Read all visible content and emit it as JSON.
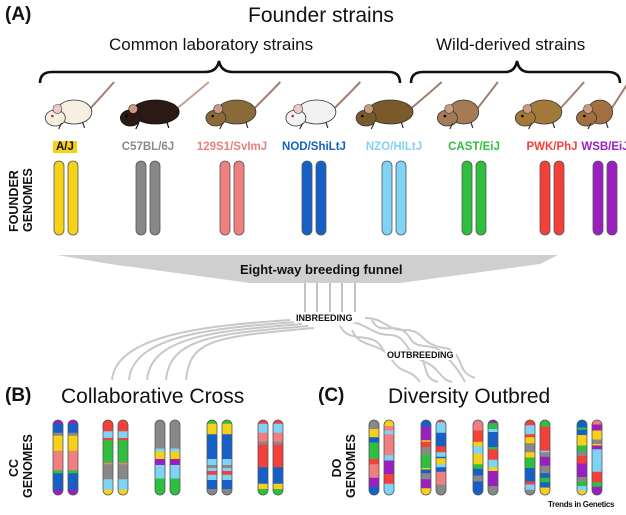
{
  "colors": {
    "AJ": "#f7d117",
    "B6": "#888888",
    "129": "#f08080",
    "NOD": "#1560c6",
    "NZO": "#7fd3f5",
    "CAST": "#2fbf3f",
    "PWK": "#f5403a",
    "WSB": "#9b1fc0",
    "funnel": "#cfcfcf",
    "lines": "#c4c4c4"
  },
  "panel_a": {
    "label": "(A)",
    "title": "Founder strains",
    "group_lab": "Common laboratory strains",
    "group_wild": "Wild-derived strains",
    "row_label": "FOUNDER GENOMES",
    "row_label_lines": [
      "FOUNDER",
      "GENOMES"
    ],
    "strains": [
      {
        "name": "A/J",
        "parts": [
          "A/J"
        ],
        "colors": [
          "AJ"
        ],
        "group": "lab",
        "mouse": "white albino"
      },
      {
        "name": "C57BL/6J",
        "parts": [
          "C57BL/6J"
        ],
        "colors": [
          "B6"
        ],
        "group": "lab",
        "mouse": "black"
      },
      {
        "name": "129S1/SvImJ",
        "parts": [
          "129S1/SvImJ"
        ],
        "colors": [
          "129"
        ],
        "group": "lab",
        "mouse": "agouti"
      },
      {
        "name": "NOD/ShiLtJ",
        "parts": [
          "NOD/ShiLtJ"
        ],
        "colors": [
          "NOD"
        ],
        "group": "lab",
        "mouse": "white albino"
      },
      {
        "name": "NZO/HlLtJ",
        "parts": [
          "NZO/HlLtJ"
        ],
        "colors": [
          "NZO"
        ],
        "group": "lab",
        "mouse": "brown"
      },
      {
        "name": "CAST/EiJ",
        "parts": [
          "CAST/EiJ"
        ],
        "colors": [
          "CAST"
        ],
        "group": "wild",
        "mouse": "light brown"
      },
      {
        "name": "PWK/PhJ",
        "parts": [
          "PWK/PhJ"
        ],
        "colors": [
          "PWK"
        ],
        "group": "wild",
        "mouse": "tan brown"
      },
      {
        "name": "WSB/EiJ",
        "parts": [
          "WSB/EiJ"
        ],
        "colors": [
          "WSB"
        ],
        "group": "wild",
        "mouse": "light brown"
      }
    ]
  },
  "funnel": {
    "label": "Eight-way breeding funnel",
    "inbreeding": "INBREEDING",
    "outbreeding": "OUTBREEDING"
  },
  "panel_b": {
    "label": "(B)",
    "title": "Collaborative Cross",
    "row_label_lines": [
      "CC",
      "GENOMES"
    ],
    "genomes": [
      {
        "a": [
          [
            "WSB",
            5
          ],
          [
            "NOD",
            12
          ],
          [
            "B6",
            4
          ],
          [
            "AJ",
            20
          ],
          [
            "129",
            26
          ],
          [
            "CAST",
            4
          ],
          [
            "NOD",
            22
          ],
          [
            "WSB",
            7
          ]
        ],
        "b": [
          [
            "WSB",
            5
          ],
          [
            "NOD",
            12
          ],
          [
            "B6",
            4
          ],
          [
            "AJ",
            20
          ],
          [
            "129",
            26
          ],
          [
            "CAST",
            4
          ],
          [
            "NOD",
            22
          ],
          [
            "WSB",
            7
          ]
        ]
      },
      {
        "a": [
          [
            "PWK",
            15
          ],
          [
            "NZO",
            9
          ],
          [
            "PWK",
            3
          ],
          [
            "CAST",
            30
          ],
          [
            "129",
            2
          ],
          [
            "B6",
            20
          ],
          [
            "NZO",
            14
          ],
          [
            "AJ",
            7
          ]
        ],
        "b": [
          [
            "PWK",
            15
          ],
          [
            "NZO",
            9
          ],
          [
            "PWK",
            3
          ],
          [
            "CAST",
            30
          ],
          [
            "129",
            2
          ],
          [
            "B6",
            20
          ],
          [
            "NZO",
            14
          ],
          [
            "AJ",
            7
          ]
        ]
      },
      {
        "a": [
          [
            "B6",
            38
          ],
          [
            "NZO",
            4
          ],
          [
            "AJ",
            10
          ],
          [
            "WSB",
            8
          ],
          [
            "NZO",
            18
          ],
          [
            "CAST",
            22
          ]
        ],
        "b": [
          [
            "B6",
            38
          ],
          [
            "NZO",
            4
          ],
          [
            "AJ",
            10
          ],
          [
            "WSB",
            8
          ],
          [
            "NZO",
            18
          ],
          [
            "CAST",
            22
          ]
        ]
      },
      {
        "a": [
          [
            "CAST",
            5
          ],
          [
            "AJ",
            14
          ],
          [
            "NOD",
            33
          ],
          [
            "NZO",
            8
          ],
          [
            "B6",
            4
          ],
          [
            "NZO",
            4
          ],
          [
            "PWK",
            5
          ],
          [
            "NZO",
            7
          ],
          [
            "NOD",
            12
          ],
          [
            "B6",
            8
          ]
        ],
        "b": [
          [
            "CAST",
            5
          ],
          [
            "AJ",
            14
          ],
          [
            "NOD",
            33
          ],
          [
            "NZO",
            8
          ],
          [
            "B6",
            4
          ],
          [
            "NZO",
            4
          ],
          [
            "PWK",
            5
          ],
          [
            "NZO",
            7
          ],
          [
            "NOD",
            12
          ],
          [
            "B6",
            8
          ]
        ]
      },
      {
        "a": [
          [
            "PWK",
            5
          ],
          [
            "NZO",
            12
          ],
          [
            "129",
            12
          ],
          [
            "B6",
            4
          ],
          [
            "PWK",
            30
          ],
          [
            "NOD",
            22
          ],
          [
            "AJ",
            7
          ],
          [
            "CAST",
            8
          ]
        ],
        "b": [
          [
            "PWK",
            5
          ],
          [
            "NZO",
            12
          ],
          [
            "129",
            12
          ],
          [
            "B6",
            4
          ],
          [
            "PWK",
            30
          ],
          [
            "NOD",
            22
          ],
          [
            "AJ",
            7
          ],
          [
            "CAST",
            8
          ]
        ]
      }
    ]
  },
  "panel_c": {
    "label": "(C)",
    "title": "Diversity Outbred",
    "row_label_lines": [
      "DO",
      "GENOMES"
    ],
    "genomes": [
      {
        "a": [
          [
            "B6",
            12
          ],
          [
            "AJ",
            11
          ],
          [
            "NOD",
            7
          ],
          [
            "CAST",
            22
          ],
          [
            "PWK",
            7
          ],
          [
            "129",
            18
          ],
          [
            "WSB",
            12
          ],
          [
            "NOD",
            11
          ]
        ],
        "b": [
          [
            "AJ",
            8
          ],
          [
            "129",
            6
          ],
          [
            "NZO",
            5
          ],
          [
            "129",
            28
          ],
          [
            "NZO",
            7
          ],
          [
            "WSB",
            18
          ],
          [
            "PWK",
            13
          ],
          [
            "NZO",
            15
          ]
        ]
      },
      {
        "a": [
          [
            "NOD",
            9
          ],
          [
            "WSB",
            18
          ],
          [
            "AJ",
            2
          ],
          [
            "PWK",
            7
          ],
          [
            "B6",
            10
          ],
          [
            "CAST",
            18
          ],
          [
            "AJ",
            2
          ],
          [
            "NOD",
            5
          ],
          [
            "B6",
            8
          ],
          [
            "WSB",
            12
          ],
          [
            "AJ",
            9
          ]
        ],
        "b": [
          [
            "PWK",
            3
          ],
          [
            "NZO",
            14
          ],
          [
            "NOD",
            18
          ],
          [
            "PWK",
            8
          ],
          [
            "NZO",
            6
          ],
          [
            "NOD",
            2
          ],
          [
            "AJ",
            8
          ],
          [
            "NZO",
            4
          ],
          [
            "NOD",
            6
          ],
          [
            "129",
            17
          ],
          [
            "B6",
            14
          ]
        ]
      },
      {
        "a": [
          [
            "129",
            14
          ],
          [
            "PWK",
            15
          ],
          [
            "AJ",
            6
          ],
          [
            "NZO",
            10
          ],
          [
            "AJ",
            14
          ],
          [
            "CAST",
            6
          ],
          [
            "NOD",
            9
          ],
          [
            "B6",
            8
          ],
          [
            "NOD",
            18
          ]
        ],
        "b": [
          [
            "WSB",
            4
          ],
          [
            "CAST",
            8
          ],
          [
            "NZO",
            4
          ],
          [
            "NOD",
            20
          ],
          [
            "CAST",
            3
          ],
          [
            "PWK",
            14
          ],
          [
            "NZO",
            10
          ],
          [
            "AJ",
            5
          ],
          [
            "WSB",
            20
          ],
          [
            "B6",
            12
          ]
        ]
      },
      {
        "a": [
          [
            "PWK",
            7
          ],
          [
            "NZO",
            12
          ],
          [
            "PWK",
            4
          ],
          [
            "AJ",
            8
          ],
          [
            "B6",
            12
          ],
          [
            "AJ",
            7
          ],
          [
            "CAST",
            14
          ],
          [
            "NOD",
            18
          ],
          [
            "PWK",
            4
          ],
          [
            "NZO",
            7
          ],
          [
            "B6",
            7
          ]
        ],
        "b": [
          [
            "CAST",
            9
          ],
          [
            "PWK",
            32
          ],
          [
            "NZO",
            2
          ],
          [
            "B6",
            6
          ],
          [
            "WSB",
            12
          ],
          [
            "B6",
            10
          ],
          [
            "NOD",
            6
          ],
          [
            "CAST",
            6
          ],
          [
            "NOD",
            7
          ],
          [
            "AJ",
            10
          ]
        ]
      },
      {
        "a": [
          [
            "NOD",
            10
          ],
          [
            "CAST",
            3
          ],
          [
            "NOD",
            7
          ],
          [
            "AJ",
            14
          ],
          [
            "CAST",
            8
          ],
          [
            "B6",
            6
          ],
          [
            "PWK",
            10
          ],
          [
            "WSB",
            18
          ],
          [
            "B6",
            6
          ],
          [
            "CAST",
            6
          ],
          [
            "NZO",
            6
          ],
          [
            "AJ",
            6
          ]
        ],
        "b": [
          [
            "129",
            6
          ],
          [
            "WSB",
            8
          ],
          [
            "AJ",
            12
          ],
          [
            "B6",
            6
          ],
          [
            "AJ",
            2
          ],
          [
            "WSB",
            5
          ],
          [
            "NZO",
            30
          ],
          [
            "PWK",
            14
          ],
          [
            "CAST",
            6
          ],
          [
            "WSB",
            11
          ]
        ]
      }
    ]
  },
  "credit": "Trends in Genetics"
}
